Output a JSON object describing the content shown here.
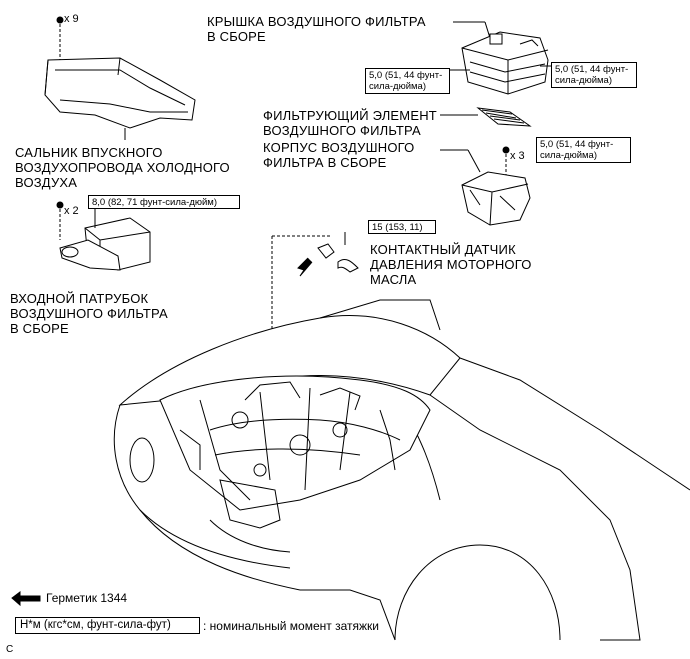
{
  "labels": {
    "cold_air_seal": "САЛЬНИК ВПУСКНОГО\nВОЗДУХОПРОВОДА ХОЛОДНОГО\nВОЗДУХА",
    "inlet_assembly": "ВХОДНОЙ ПАТРУБОК\nВОЗДУШНОГО ФИЛЬТРА\nВ СБОРЕ",
    "filter_cap": "КРЫШКА ВОЗДУШНОГО ФИЛЬТРА\nВ СБОРЕ",
    "filter_element": "ФИЛЬТРУЮЩИЙ ЭЛЕМЕНТ\nВОЗДУШНОГО ФИЛЬТРА",
    "filter_case": "КОРПУС ВОЗДУШНОГО\nФИЛЬТРА В СБОРЕ",
    "oil_switch": "КОНТАКТНЫЙ ДАТЧИК\nДАВЛЕНИЯ МОТОРНОГО\nМАСЛА"
  },
  "quantities": {
    "q1": "x 9",
    "q2": "x 2",
    "q3": "x 3"
  },
  "torques": {
    "t_inlet": "8,0 (82, 71 фунт-сила-дюйм)",
    "t_cap_left": "5,0 (51, 44 фунт-\nсила-дюйма)",
    "t_cap_right": "5,0 (51, 44 фунт-\nсила-дюйма)",
    "t_case": "5,0 (51, 44 фунт-\nсила-дюйма)",
    "t_switch": "15 (153, 11)"
  },
  "legend": {
    "sealant": "Герметик 1344",
    "torque_key": "Н*м (кгс*см, фунт-сила-фут)",
    "torque_desc": ": номинальный момент затяжки"
  },
  "corner_mark": "C"
}
